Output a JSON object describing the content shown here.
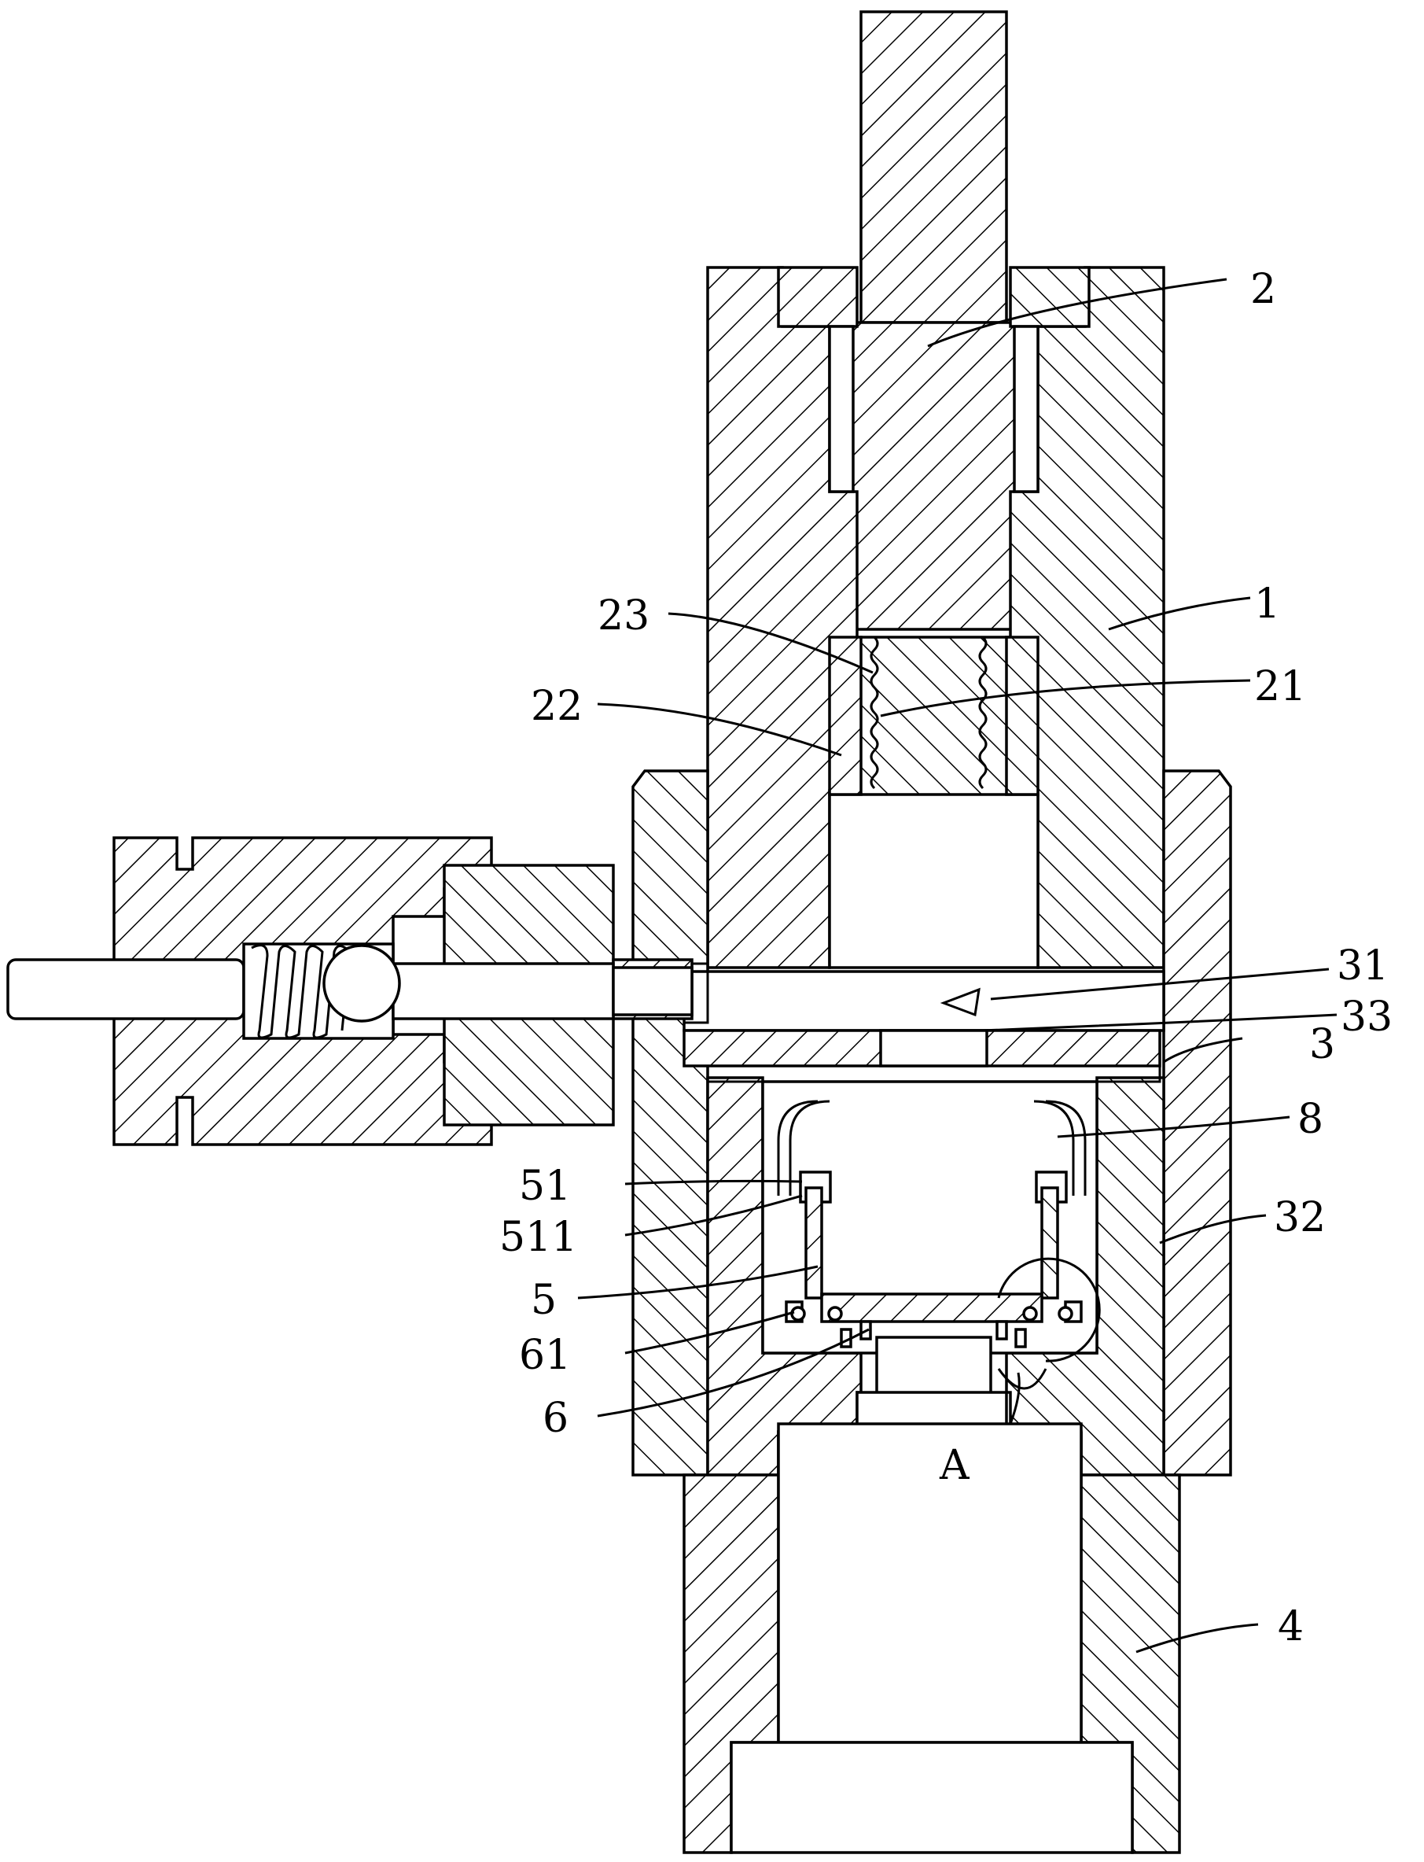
{
  "labels": {
    "l1": "1",
    "l2": "2",
    "l3": "3",
    "l4": "4",
    "l5": "5",
    "l6": "6",
    "l8": "8",
    "l21": "21",
    "l22": "22",
    "l23": "23",
    "l31": "31",
    "l32": "32",
    "l33": "33",
    "l51": "51",
    "l61": "61",
    "l511": "511",
    "lA": "A"
  }
}
